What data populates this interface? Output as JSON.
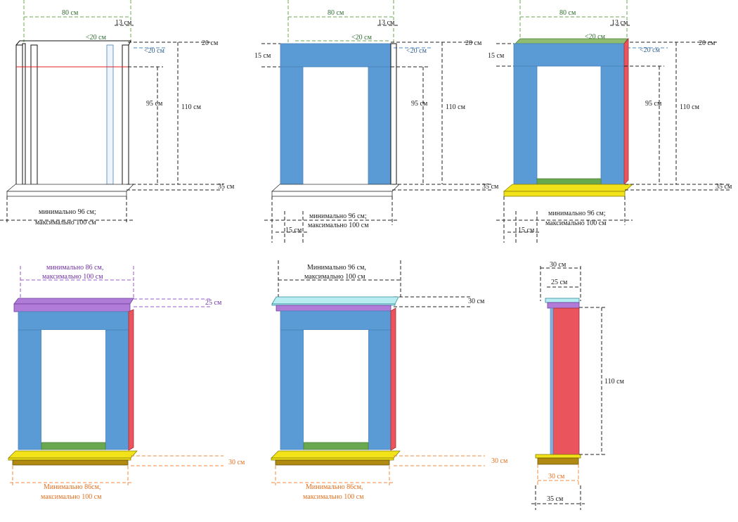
{
  "labels": {
    "w80": "80 см",
    "d13": "13 см",
    "lt20": "<20 см",
    "d20": "20 см",
    "h15": "15 см",
    "h95": "95 см",
    "h110": "110 см",
    "d35": "35 см",
    "w15": "15 см",
    "min96_max100_a": "минимально 96 см;",
    "min96_max100_b": "максимально 100 см",
    "min86_a": "минимально 86 см,",
    "min86_b": "максимально 100 см",
    "d25": "25 см",
    "min96_cap_a": "Минимально 96 см,",
    "min96_cap_b": "максимально 100 см",
    "d30": "30 см",
    "base86_a": "Минимально 86см,",
    "base86_b": "максимально 100 см"
  },
  "colors": {
    "frame_blue": "#5b9bd5",
    "floor_green": "#6aa84f",
    "base_yellow": "#f2e21a",
    "base_olive": "#b08a10",
    "side_red": "#e9545d",
    "mantel_purple": "#b07cd8",
    "mantel_cyan": "#b8eef2",
    "guide_red": "#e02020"
  }
}
